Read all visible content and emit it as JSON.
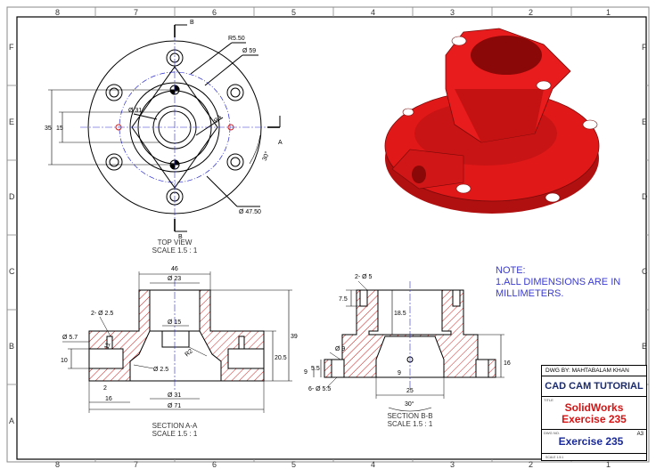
{
  "colors": {
    "accent_part": "#e01818",
    "note_text": "#3a3ad0",
    "hatch": "#d02020",
    "centerline": "#2a2ad0",
    "title_red": "#d41414",
    "title_blue": "#1a2a9a"
  },
  "zones": {
    "columns": [
      "8",
      "7",
      "6",
      "5",
      "4",
      "3",
      "2",
      "1"
    ],
    "rows": [
      "F",
      "E",
      "D",
      "C",
      "B",
      "A"
    ]
  },
  "note": {
    "heading": "NOTE:",
    "line1": "1.ALL DIMENSIONS ARE IN",
    "line2": "MILLIMETERS."
  },
  "views": {
    "top": {
      "title": "TOP VIEW",
      "scale": "SCALE 1.5 : 1"
    },
    "section_aa": {
      "title": "SECTION A-A",
      "scale": "SCALE 1.5 : 1"
    },
    "section_bb": {
      "title": "SECTION B-B",
      "scale": "SCALE 1.5 : 1"
    },
    "isometric": {
      "icon": "isometric-part-icon"
    }
  },
  "top_dims": {
    "cut_label_b": "B",
    "cut_label_a": "A",
    "r550": "R5.50",
    "d59": "Ø 59",
    "d31": "Ø 31",
    "r4": "R4",
    "d4750": "Ø 47.50",
    "d35": "35",
    "d15": "15",
    "angle30": "30°"
  },
  "section_aa_dims": {
    "d46": "46",
    "d23": "Ø 23",
    "d2x25": "2- Ø 2.5",
    "d15": "Ø 15",
    "d57": "Ø 5.7",
    "d10": "10",
    "d11": "11",
    "r2": "R2",
    "d25b": "Ø 2.5",
    "d2": "2",
    "d16": "16",
    "d31": "Ø 31",
    "d71": "Ø 71",
    "d39": "39",
    "d205": "20.5"
  },
  "section_bb_dims": {
    "d2x5": "2- Ø 5",
    "d75": "7.5",
    "d185": "18.5",
    "d9a": "Ø 9",
    "d55": "5.5",
    "d9b": "9",
    "d6x55": "6- Ø 5.5",
    "d9c": "9",
    "d25": "25",
    "d30": "30°",
    "d16": "16"
  },
  "title_block": {
    "dwg_by": "DWG BY: MAHTABALAM KHAN",
    "company": "CAD CAM TUTORIAL",
    "title_label": "TITLE",
    "title_line1": "SolidWorks",
    "title_line2": "Exercise 235",
    "dwg_no_label": "DWG NO.",
    "dwg_no": "Exercise 235",
    "size": "A3",
    "scale": "SCALE 1.5:1"
  }
}
